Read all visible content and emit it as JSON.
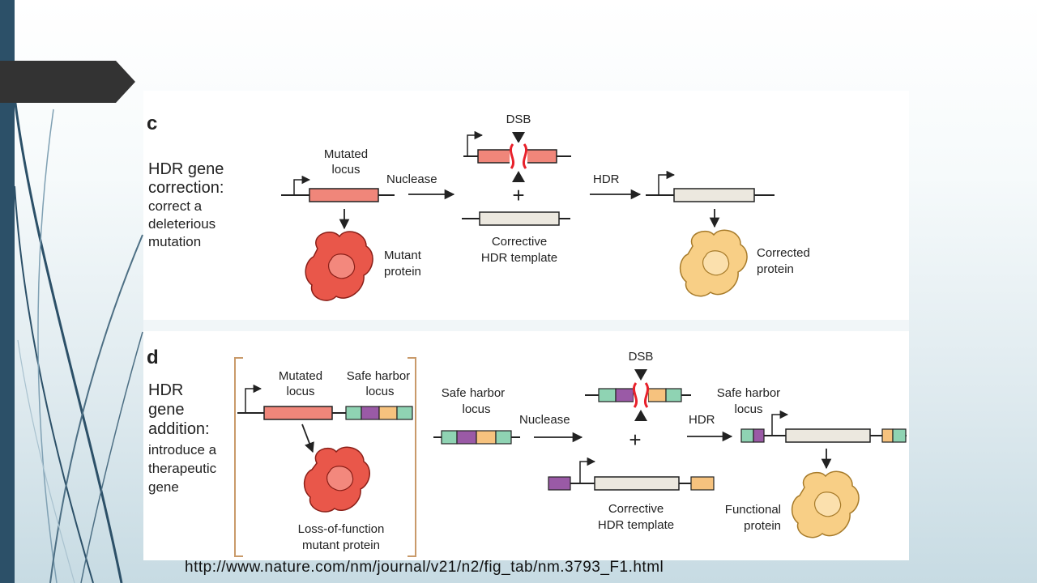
{
  "panel_c": {
    "letter": "c",
    "heading_line1": "HDR gene",
    "heading_line2": "correction:",
    "desc_line1": "correct a",
    "desc_line2": "deleterious",
    "desc_line3": "mutation",
    "mutated_locus_line1": "Mutated",
    "mutated_locus_line2": "locus",
    "nuclease": "Nuclease",
    "dsb": "DSB",
    "plus": "+",
    "hdr": "HDR",
    "mutant_protein_line1": "Mutant",
    "mutant_protein_line2": "protein",
    "template_line1": "Corrective",
    "template_line2": "HDR template",
    "corrected_line1": "Corrected",
    "corrected_line2": "protein"
  },
  "panel_d": {
    "letter": "d",
    "heading_line1": "HDR",
    "heading_line2": "gene",
    "heading_line3": "addition:",
    "desc_line1": "introduce a",
    "desc_line2": "therapeutic",
    "desc_line3": "gene",
    "mutated_locus_line1": "Mutated",
    "mutated_locus_line2": "locus",
    "safe_harbor_line1": "Safe harbor",
    "safe_harbor_line2": "locus",
    "loss_line1": "Loss-of-function",
    "loss_line2": "mutant protein",
    "safe_harbor2_line1": "Safe harbor",
    "safe_harbor2_line2": "locus",
    "nuclease": "Nuclease",
    "dsb": "DSB",
    "plus": "+",
    "template_line1": "Corrective",
    "template_line2": "HDR template",
    "hdr": "HDR",
    "safe_harbor3_line1": "Safe harbor",
    "safe_harbor3_line2": "locus",
    "functional_line1": "Functional",
    "functional_line2": "protein"
  },
  "source_url": "http://www.nature.com/nm/journal/v21/n2/fig_tab/nm.3793_F1.html",
  "colors": {
    "sidebar": "#2c5068",
    "title_tab": "#333333",
    "mutant_gene": "#f0867a",
    "normal_gene": "#ece8df",
    "mutant_protein": "#e9574a",
    "corrected_protein": "#f8cf86",
    "green_segment": "#8fd3b3",
    "purple_segment": "#9a5aa6",
    "orange_segment": "#f6c27e",
    "dsb_break": "#e8202a",
    "bracket": "#c99a6a"
  }
}
